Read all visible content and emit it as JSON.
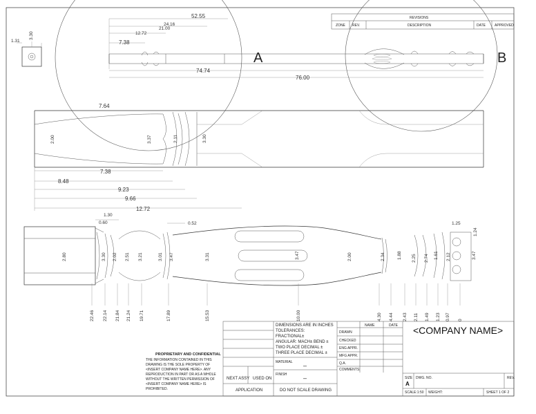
{
  "view_letters": {
    "a": "A",
    "b": "B"
  },
  "top_view_dims": {
    "left_1_31": "1.31",
    "side_3_30": "3.30",
    "d52_55": "52.55",
    "d24_16": "24.16",
    "d21_00": "21.00",
    "d12_72": "12.72",
    "d7_38": "7.38",
    "d74_74": "74.74",
    "d76_00": "76.00"
  },
  "detail_a_dims": {
    "d7_64": "7.64",
    "d2_00": "2.00",
    "d3_37": "3.37",
    "d2_11": "2.11",
    "d3_30": "3.30",
    "d7_38": "7.38",
    "d8_48": "8.48",
    "d9_23": "9.23",
    "d9_66": "9.66",
    "d12_72": "12.72"
  },
  "lower_view_dims": {
    "d1_30": "1.30",
    "d0_60": "0.60",
    "d0_52": "0.52",
    "d1_25": "1.25",
    "d1_24": "1.24",
    "dia_2_80": "2.80",
    "dia_3_30": "3.30",
    "dia_2_02": "2.02",
    "dia_2_51": "2.51",
    "dia_3_21": "3.21",
    "dia_3_01": "3.01",
    "dia_3_47a": "3.47",
    "dia_3_31": "3.31",
    "dia_3_47b": "3.47",
    "dia_2_00": "2.00",
    "dia_2_34": "2.34",
    "dia_1_88": "1.88",
    "dia_2_25": "2.25",
    "dia_2_74": "2.74",
    "dia_1_61": "1.61",
    "dia_2_12": "2.12",
    "dia_3_47c": "3.47",
    "stations": [
      "22.46",
      "22.14",
      "21.84",
      "21.24",
      "19.71",
      "17.89",
      "15.53",
      "10.00",
      "4.30",
      "4.44",
      "2.43",
      "2.11",
      "1.49",
      "1.23",
      "0.97",
      "0"
    ]
  },
  "revisions": {
    "title": "REVISIONS",
    "zone": "ZONE",
    "rev": "REV.",
    "description": "DESCRIPTION",
    "date": "DATE",
    "approved": "APPROVED"
  },
  "title_block": {
    "company": "<COMPANY NAME>",
    "name_col": "NAME",
    "date_col": "DATE",
    "dims_note": "DIMENSIONS ARE IN INCHES",
    "tolerances": "TOLERANCES:",
    "fractional": "FRACTIONAL±",
    "angular": "ANGULAR: MACH±   BEND ±",
    "two_place": "TWO PLACE DECIMAL    ±",
    "three_place": "THREE PLACE DECIMAL  ±",
    "material": "MATERIAL",
    "finish": "FINISH",
    "dash": "–",
    "drawn": "DRAWN",
    "checked": "CHECKED",
    "eng_appr": "ENG APPR.",
    "mfg_appr": "MFG APPR.",
    "qa": "Q.A.",
    "comments": "COMMENTS:",
    "next_assy": "NEXT ASSY",
    "used_on": "USED ON",
    "application": "APPLICATION",
    "no_scale": "DO NOT SCALE DRAWING",
    "size_label": "SIZE",
    "size_value": "A",
    "dwg_no": "DWG.  NO.",
    "rev": "REV.",
    "scale": "SCALE:1:50",
    "weight": "WEIGHT:",
    "sheet": "SHEET 1 OF 2"
  },
  "proprietary": {
    "heading": "PROPRIETARY AND CONFIDENTIAL",
    "lines": [
      "THE INFORMATION CONTAINED IN THIS",
      "DRAWING IS THE SOLE PROPERTY OF",
      "<INSERT COMPANY NAME HERE>. ANY",
      "REPRODUCTION IN PART OR AS A WHOLE",
      "WITHOUT THE WRITTEN PERMISSION OF",
      "<INSERT COMPANY NAME HERE> IS",
      "PROHIBITED."
    ]
  }
}
